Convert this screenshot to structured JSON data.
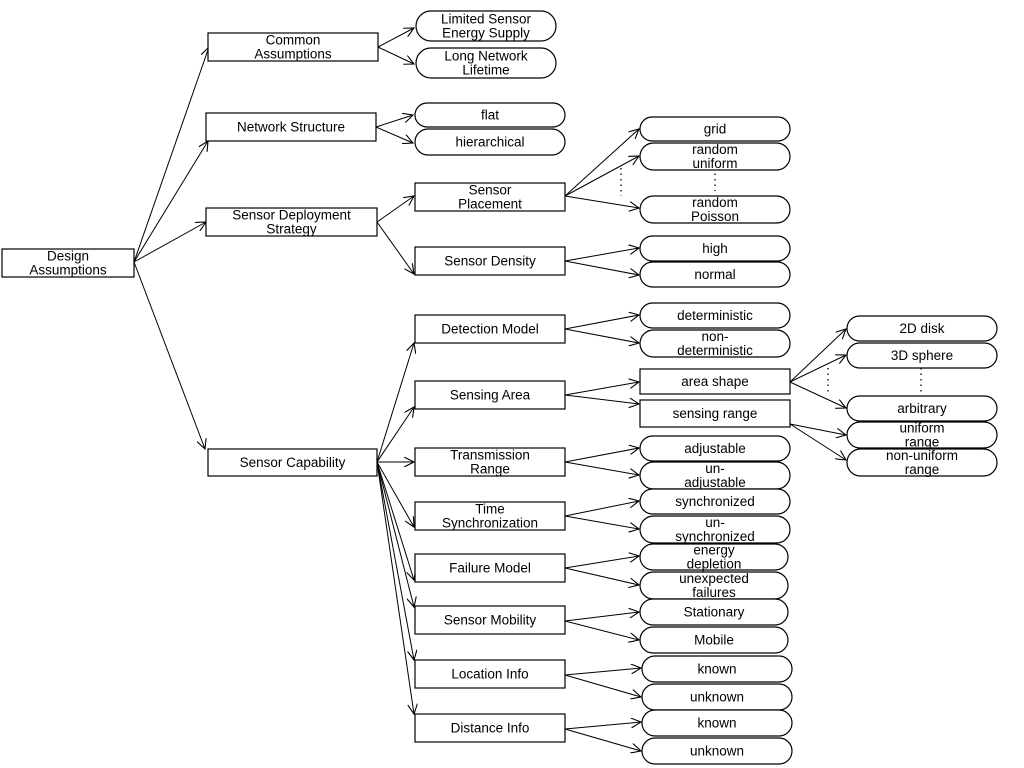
{
  "nodes": {
    "root": [
      "Design",
      "Assumptions"
    ],
    "common": [
      "Common",
      "Assumptions"
    ],
    "energy": [
      "Limited Sensor",
      "Energy Supply"
    ],
    "lifetime": [
      "Long Network",
      "Lifetime"
    ],
    "netstruct": [
      "Network Structure"
    ],
    "flat": [
      "flat"
    ],
    "hier": [
      "hierarchical"
    ],
    "deploy": [
      "Sensor Deployment",
      "Strategy"
    ],
    "placement": [
      "Sensor",
      "Placement"
    ],
    "grid": [
      "grid"
    ],
    "runiform": [
      "random",
      "uniform"
    ],
    "rpoisson": [
      "random",
      "Poisson"
    ],
    "density": [
      "Sensor Density"
    ],
    "high": [
      "high"
    ],
    "normal": [
      "normal"
    ],
    "capability": [
      "Sensor Capability"
    ],
    "detection": [
      "Detection Model"
    ],
    "determ": [
      "deterministic"
    ],
    "nondeterm": [
      "non-",
      "deterministic"
    ],
    "sensarea": [
      "Sensing Area"
    ],
    "areashape": [
      "area shape"
    ],
    "sensrange": [
      "sensing range"
    ],
    "disk2d": [
      "2D disk"
    ],
    "sphere3d": [
      "3D sphere"
    ],
    "arbitrary": [
      "arbitrary"
    ],
    "unifrange": [
      "uniform",
      "range"
    ],
    "nonunifrange": [
      "non-uniform",
      "range"
    ],
    "txrange": [
      "Transmission",
      "Range"
    ],
    "adjustable": [
      "adjustable"
    ],
    "unadjustable": [
      "un-",
      "adjustable"
    ],
    "timesync": [
      "Time",
      "Synchronization"
    ],
    "synced": [
      "synchronized"
    ],
    "unsynced": [
      "un-",
      "synchronized"
    ],
    "failure": [
      "Failure Model"
    ],
    "energydep": [
      "energy",
      "depletion"
    ],
    "unexpected": [
      "unexpected",
      "failures"
    ],
    "mobility": [
      "Sensor Mobility"
    ],
    "stationary": [
      "Stationary"
    ],
    "mobile": [
      "Mobile"
    ],
    "locinfo": [
      "Location Info"
    ],
    "lknown": [
      "known"
    ],
    "lunknown": [
      "unknown"
    ],
    "distinfo": [
      "Distance Info"
    ],
    "dknown": [
      "known"
    ],
    "dunknown": [
      "unknown"
    ]
  }
}
